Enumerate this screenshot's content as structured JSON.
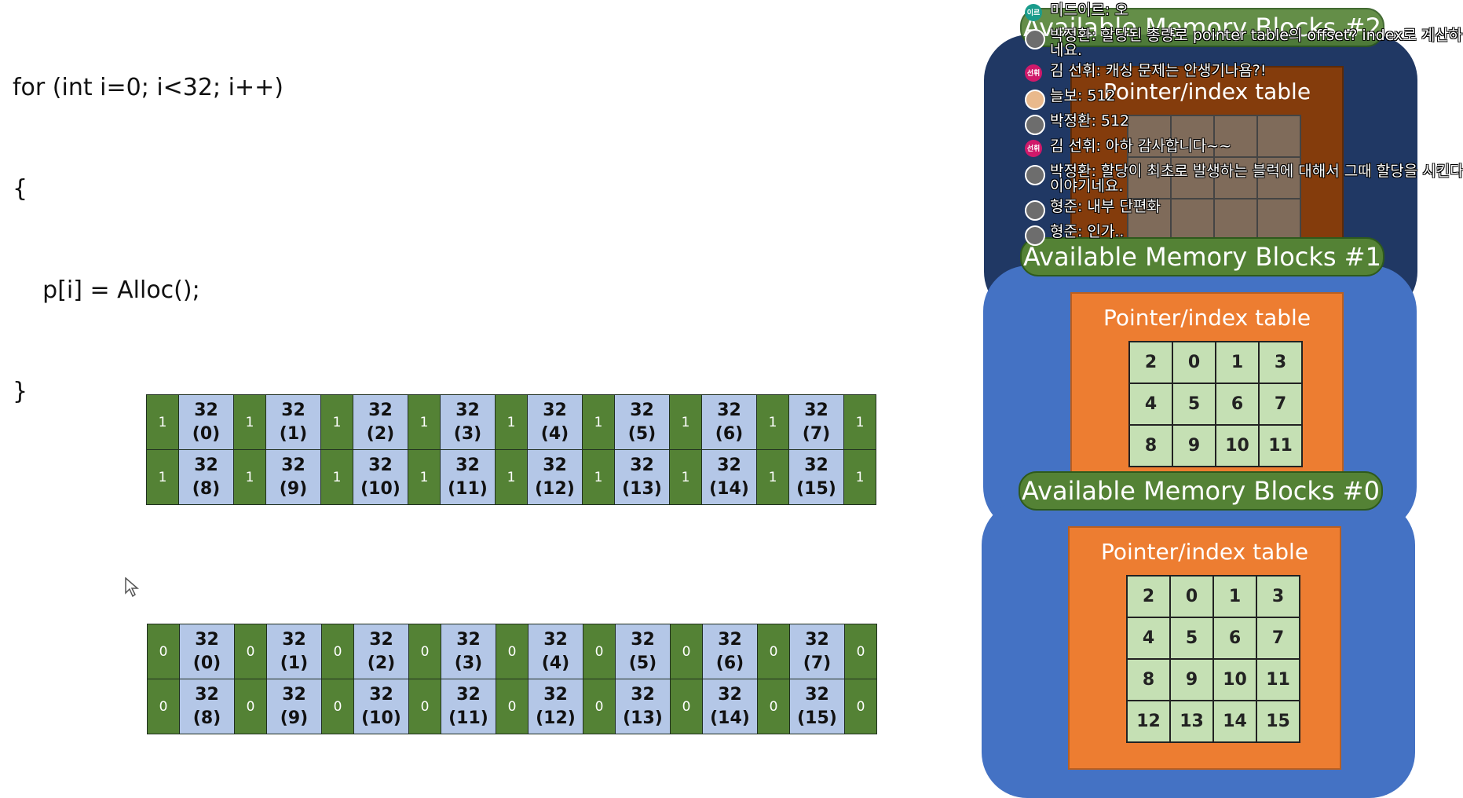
{
  "code": {
    "lines": [
      "for (int i=0; i<32; i++)",
      "{",
      "    p[i] = Alloc();",
      "}"
    ]
  },
  "strip_top": {
    "header_value": "1",
    "row1": [
      {
        "size": "32",
        "idx": "(0)"
      },
      {
        "size": "32",
        "idx": "(1)"
      },
      {
        "size": "32",
        "idx": "(2)"
      },
      {
        "size": "32",
        "idx": "(3)"
      },
      {
        "size": "32",
        "idx": "(4)"
      },
      {
        "size": "32",
        "idx": "(5)"
      },
      {
        "size": "32",
        "idx": "(6)"
      },
      {
        "size": "32",
        "idx": "(7)"
      }
    ],
    "row2": [
      {
        "size": "32",
        "idx": "(8)"
      },
      {
        "size": "32",
        "idx": "(9)"
      },
      {
        "size": "32",
        "idx": "(10)"
      },
      {
        "size": "32",
        "idx": "(11)"
      },
      {
        "size": "32",
        "idx": "(12)"
      },
      {
        "size": "32",
        "idx": "(13)"
      },
      {
        "size": "32",
        "idx": "(14)"
      },
      {
        "size": "32",
        "idx": "(15)"
      }
    ]
  },
  "strip_bottom": {
    "header_value": "0",
    "row1": [
      {
        "size": "32",
        "idx": "(0)"
      },
      {
        "size": "32",
        "idx": "(1)"
      },
      {
        "size": "32",
        "idx": "(2)"
      },
      {
        "size": "32",
        "idx": "(3)"
      },
      {
        "size": "32",
        "idx": "(4)"
      },
      {
        "size": "32",
        "idx": "(5)"
      },
      {
        "size": "32",
        "idx": "(6)"
      },
      {
        "size": "32",
        "idx": "(7)"
      }
    ],
    "row2": [
      {
        "size": "32",
        "idx": "(8)"
      },
      {
        "size": "32",
        "idx": "(9)"
      },
      {
        "size": "32",
        "idx": "(10)"
      },
      {
        "size": "32",
        "idx": "(11)"
      },
      {
        "size": "32",
        "idx": "(12)"
      },
      {
        "size": "32",
        "idx": "(13)"
      },
      {
        "size": "32",
        "idx": "(14)"
      },
      {
        "size": "32",
        "idx": "(15)"
      }
    ]
  },
  "blocks": {
    "b2": {
      "label": "Available Memory Blocks #2",
      "table_title": "Pointer/index table"
    },
    "b1": {
      "label": "Available Memory Blocks #1",
      "table_title": "Pointer/index table",
      "grid": [
        [
          "2",
          "0",
          "1",
          "3"
        ],
        [
          "4",
          "5",
          "6",
          "7"
        ],
        [
          "8",
          "9",
          "10",
          "11"
        ]
      ]
    },
    "b0": {
      "label": "Available Memory Blocks #0",
      "table_title": "Pointer/index table",
      "grid": [
        [
          "2",
          "0",
          "1",
          "3"
        ],
        [
          "4",
          "5",
          "6",
          "7"
        ],
        [
          "8",
          "9",
          "10",
          "11"
        ],
        [
          "12",
          "13",
          "14",
          "15"
        ]
      ]
    }
  },
  "chat": {
    "colors": {
      "teal": "#1a9c8c",
      "gray": "#6d6d6d",
      "pink": "#d0196a",
      "peach": "#e9b98c"
    },
    "messages": [
      {
        "avatar": "이르",
        "name": "미드이르",
        "text": "오",
        "tall": false
      },
      {
        "avatar": "",
        "name": "박정환",
        "text": "할당된 총량로 pointer table의 offset? index로 계산하면 나",
        "text2": "네요.",
        "tall": true
      },
      {
        "avatar": "선휘",
        "name": "김 선휘",
        "text": "캐싱 문제는 안생기나욤?!",
        "tall": false
      },
      {
        "avatar": "",
        "name": "늘보",
        "text": "512",
        "tall": false
      },
      {
        "avatar": "",
        "name": "박정환",
        "text": "512",
        "tall": false
      },
      {
        "avatar": "선휘",
        "name": "김 선휘",
        "text": "아하 감사합니다~~",
        "tall": false
      },
      {
        "avatar": "",
        "name": "박정환",
        "text": "할당이 최초로 발생하는 블럭에 대해서 그때 할당을 시킨다",
        "text2": "이야기네요.",
        "tall": true
      },
      {
        "avatar": "",
        "name": "형준",
        "text": "내부 단편화",
        "tall": false
      },
      {
        "avatar": "",
        "name": "형준",
        "text": "인가..",
        "tall": false
      }
    ]
  }
}
